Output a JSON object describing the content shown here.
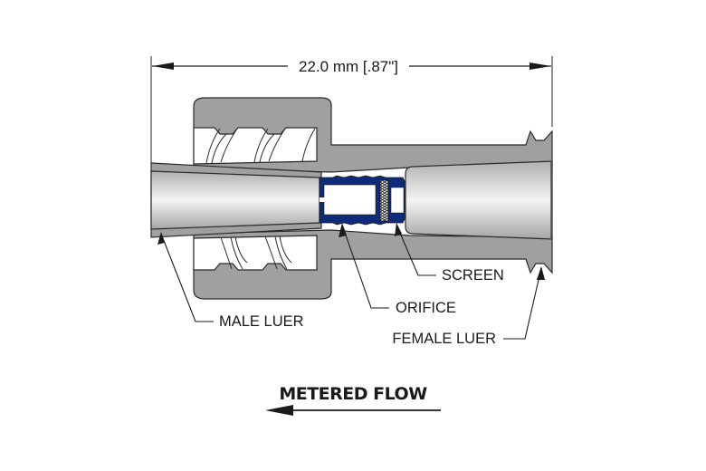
{
  "diagram": {
    "dimension": {
      "label": "22.0 mm [.87\"]"
    },
    "callouts": {
      "male_luer": "MALE LUER",
      "orifice": "ORIFICE",
      "screen": "SCREEN",
      "female_luer": "FEMALE LUER"
    },
    "flow": {
      "label": "METERED FLOW",
      "direction": "left"
    },
    "colors": {
      "body_gray": "#a0a0a0",
      "insert_blue": "#0d2b78",
      "outline": "#2a2a2a",
      "bore_light": "#f2f2f2",
      "bore_dark": "#a8a8a8"
    }
  }
}
